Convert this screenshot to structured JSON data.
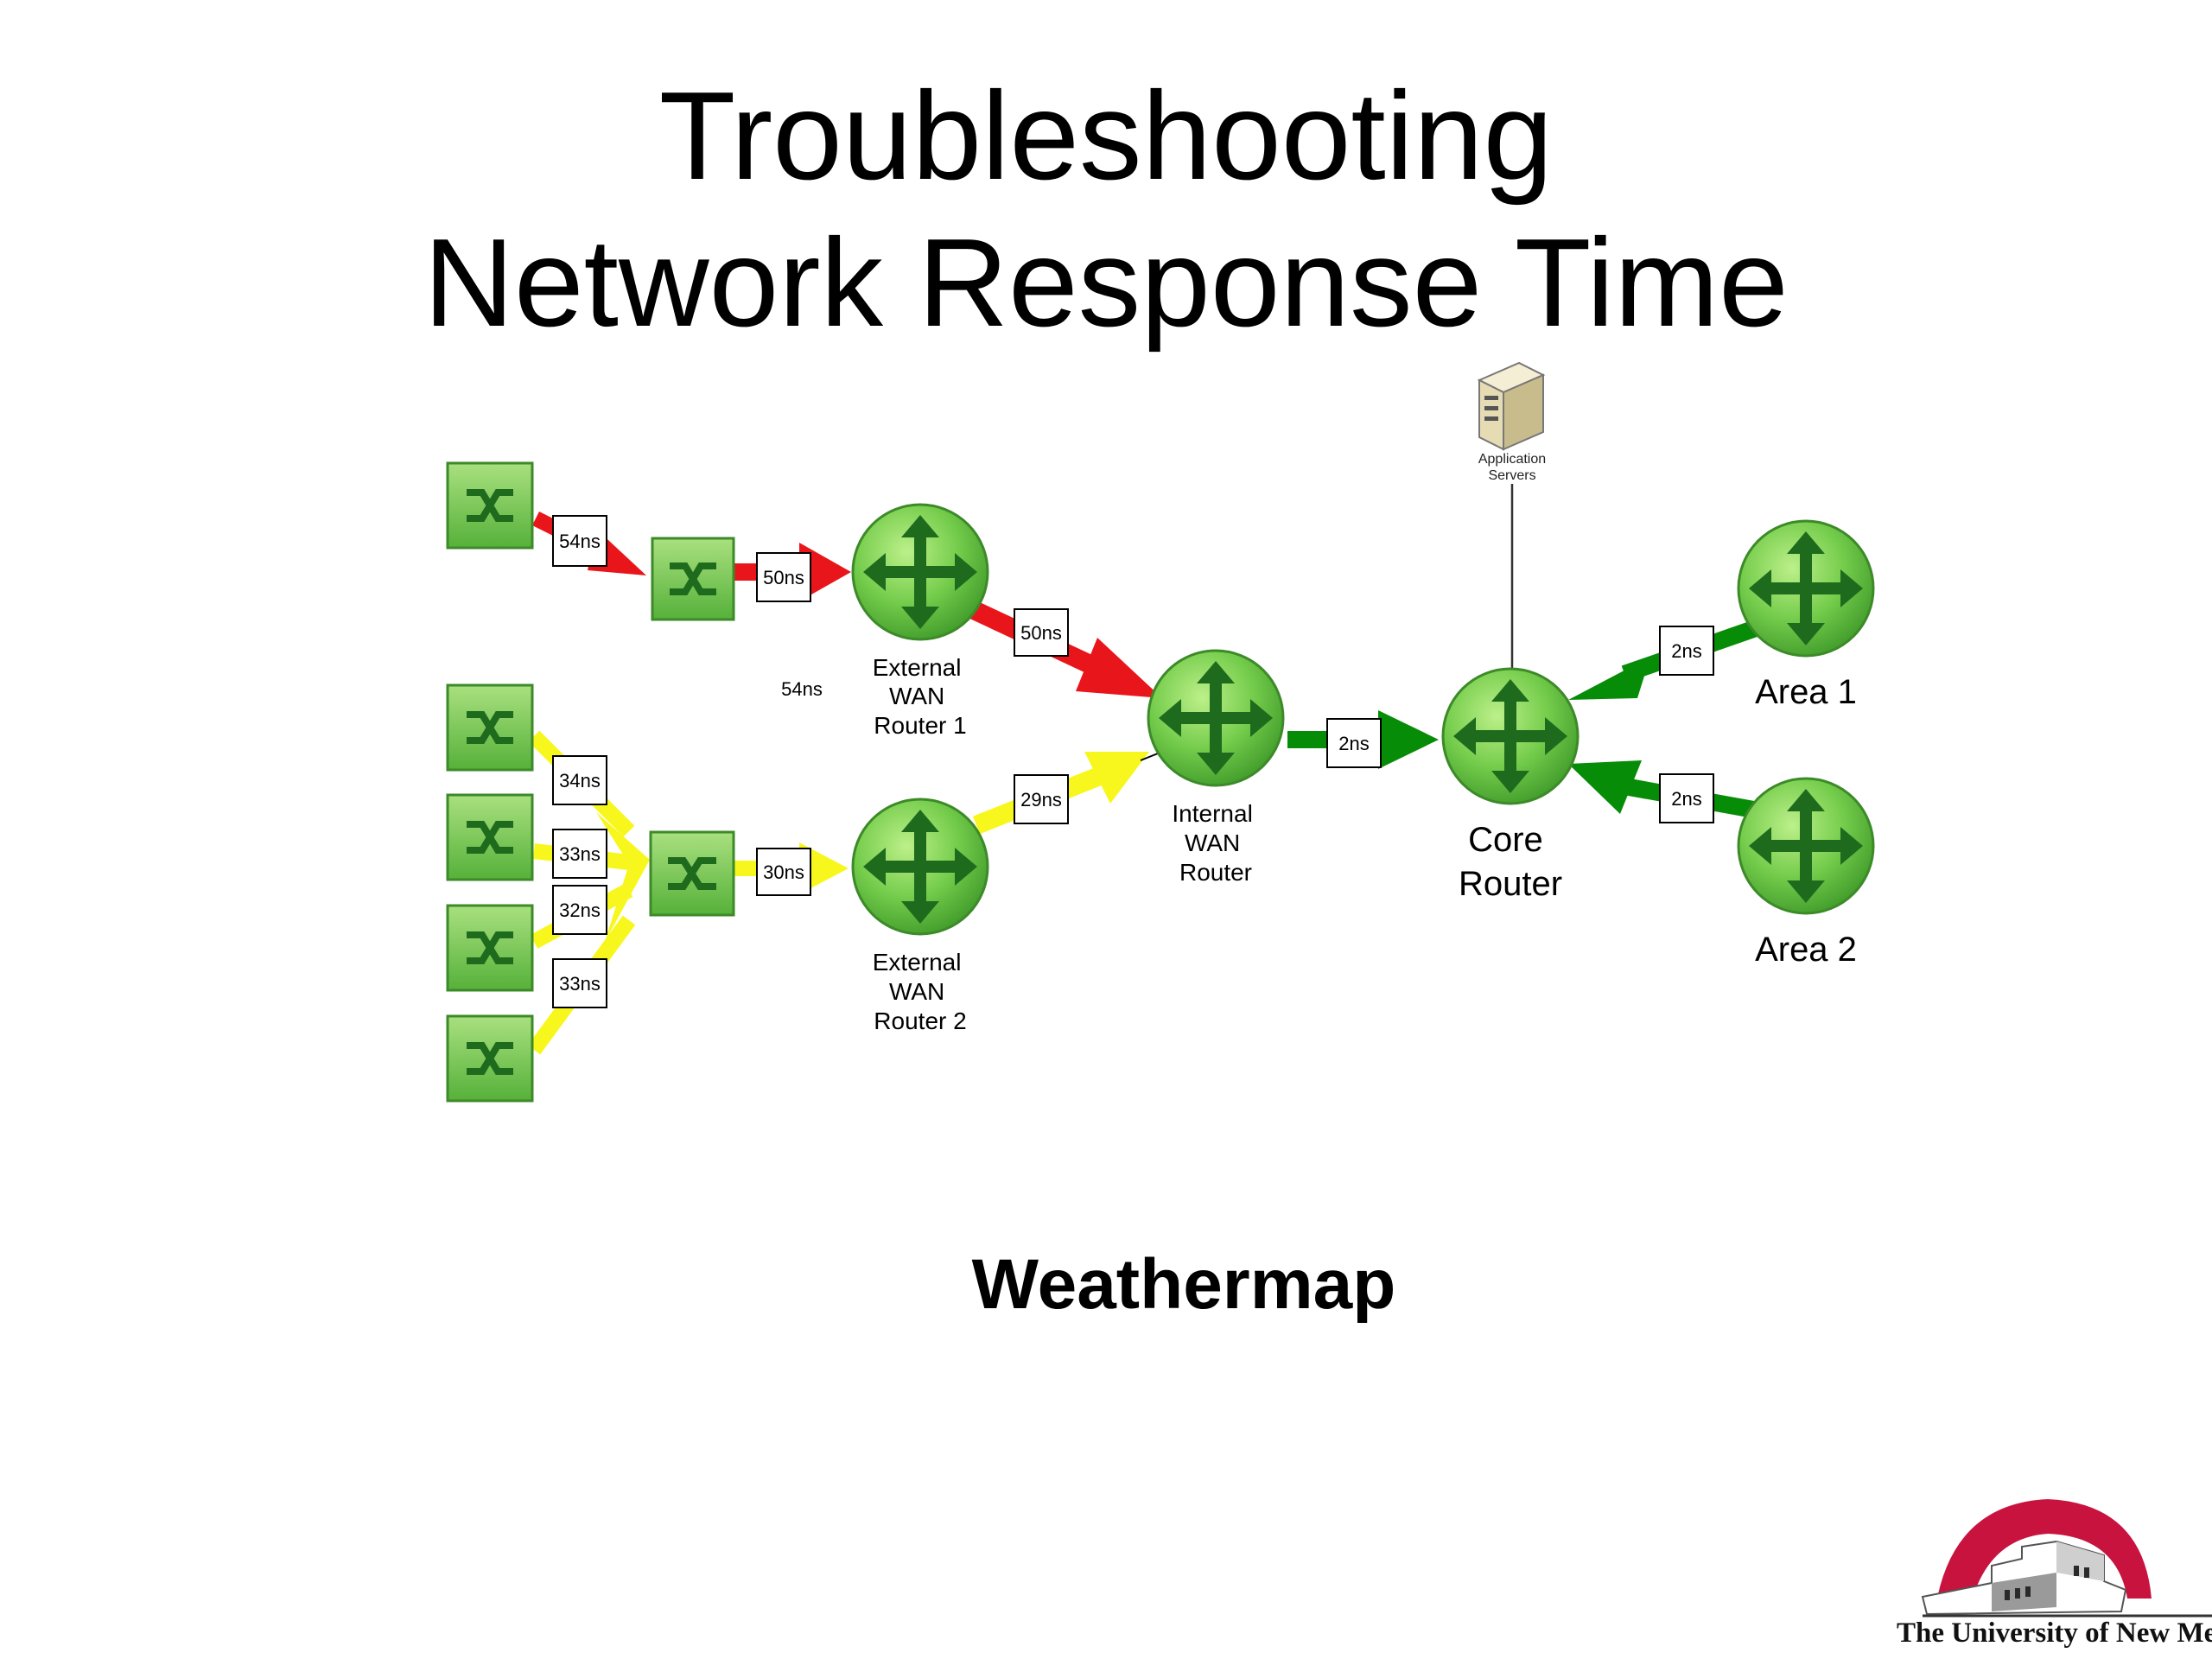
{
  "title": {
    "line1": "Troubleshooting",
    "line2": "Network Response Time"
  },
  "subtitle": "Weathermap",
  "diagram": {
    "server": {
      "label_line1": "Application",
      "label_line2": "Servers"
    },
    "routers": {
      "ext1": {
        "lines": [
          "External",
          "WAN",
          "Router 1"
        ]
      },
      "ext2": {
        "lines": [
          "External",
          "WAN",
          "Router 2"
        ]
      },
      "internal": {
        "lines": [
          "Internal",
          "WAN",
          "Router"
        ]
      },
      "core": {
        "lines": [
          "Core",
          "Router"
        ]
      },
      "area1": {
        "lines": [
          "Area 1"
        ]
      },
      "area2": {
        "lines": [
          "Area 2"
        ]
      }
    },
    "link_labels": {
      "sw1_agg1": "54ns",
      "agg1_ext1": "50ns",
      "ext1_internal": "50ns",
      "floating": "54ns",
      "sw2_agg2": "34ns",
      "sw3_agg2": "33ns",
      "sw4_agg2": "32ns",
      "sw5_agg2": "33ns",
      "agg2_ext2": "30ns",
      "ext2_internal": "29ns",
      "internal_core": "2ns",
      "area1_core": "2ns",
      "area2_core": "2ns"
    },
    "colors": {
      "high": "#e8161b",
      "medium": "#f7f71e",
      "low": "#078c07"
    }
  },
  "logo": {
    "text": "The University of New Mexico"
  }
}
